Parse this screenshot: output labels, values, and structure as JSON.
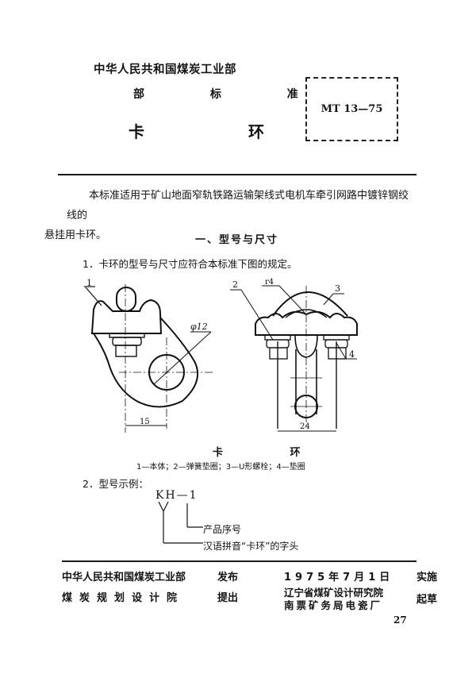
{
  "header": {
    "ministry": "中华人民共和国煤炭工业部",
    "standard_label": "部 标 准",
    "title": "卡 环",
    "standard_code": "MT 13—75"
  },
  "body": {
    "intro_line1": "本标准适用于矿山地面窄轨铁路运输架线式电机车牵引网路中镀锌钢绞线的",
    "intro_line2": "悬挂用卡环。",
    "section_heading": "一、型号与尺寸",
    "item1": "1．卡环的型号与尺寸应符合本标准下图的规定。",
    "figure": {
      "left_view": {
        "callout": "1",
        "diameter_label": "φ12",
        "dimension_bottom": "15"
      },
      "right_view": {
        "callouts": [
          "2",
          "r4",
          "3",
          "4"
        ],
        "dimension_bottom": "24"
      },
      "caption": "卡 环",
      "legend": "1—本体；2—弹簧垫圈；3—U形螺栓；4—垫圈"
    },
    "item2": "2．型号示例：",
    "model_example": {
      "code": "KH—1",
      "annotation_serial": "产品序号",
      "annotation_prefix": "汉语拼音“卡环”的字头"
    }
  },
  "footer": {
    "issuer": "中华人民共和国煤炭工业部",
    "issue_action": "发布",
    "proposer": "煤炭规划设计院",
    "propose_action": "提出",
    "effective_date": "1975年7月1日",
    "effective_action": "实施",
    "drafter_1": "辽宁省煤矿设计研究院",
    "drafter_2": "南票矿务局电瓷厂",
    "draft_action": "起草",
    "page_number": "27"
  }
}
